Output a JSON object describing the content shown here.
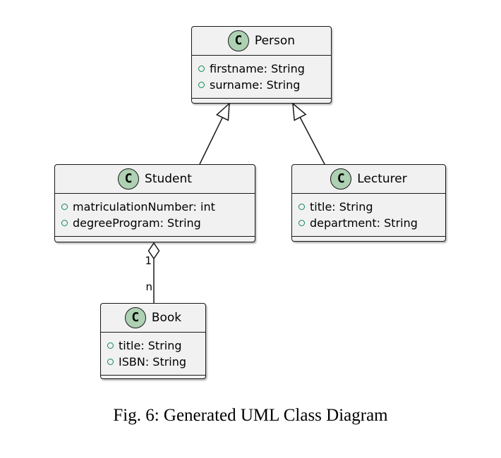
{
  "diagram": {
    "classes": [
      {
        "name": "Person",
        "icon": "C",
        "attributes": [
          "firstname: String",
          "surname: String"
        ]
      },
      {
        "name": "Student",
        "icon": "C",
        "attributes": [
          "matriculationNumber: int",
          "degreeProgram: String"
        ]
      },
      {
        "name": "Lecturer",
        "icon": "C",
        "attributes": [
          "title: String",
          "department: String"
        ]
      },
      {
        "name": "Book",
        "icon": "C",
        "attributes": [
          "title: String",
          "ISBN: String"
        ]
      }
    ],
    "relationships": [
      {
        "type": "inheritance",
        "from": "Student",
        "to": "Person"
      },
      {
        "type": "inheritance",
        "from": "Lecturer",
        "to": "Person"
      },
      {
        "type": "aggregation",
        "from": "Student",
        "to": "Book",
        "near_label": "1",
        "far_label": "n"
      }
    ]
  },
  "caption": "Fig. 6: Generated UML Class Diagram",
  "colors": {
    "class_fill": "#F1F1F1",
    "class_border": "#181818",
    "class_icon_fill": "#ADD1B2",
    "field_icon_color": "#0E8A4E",
    "edge_color": "#181818",
    "background": "#FFFFFF"
  }
}
